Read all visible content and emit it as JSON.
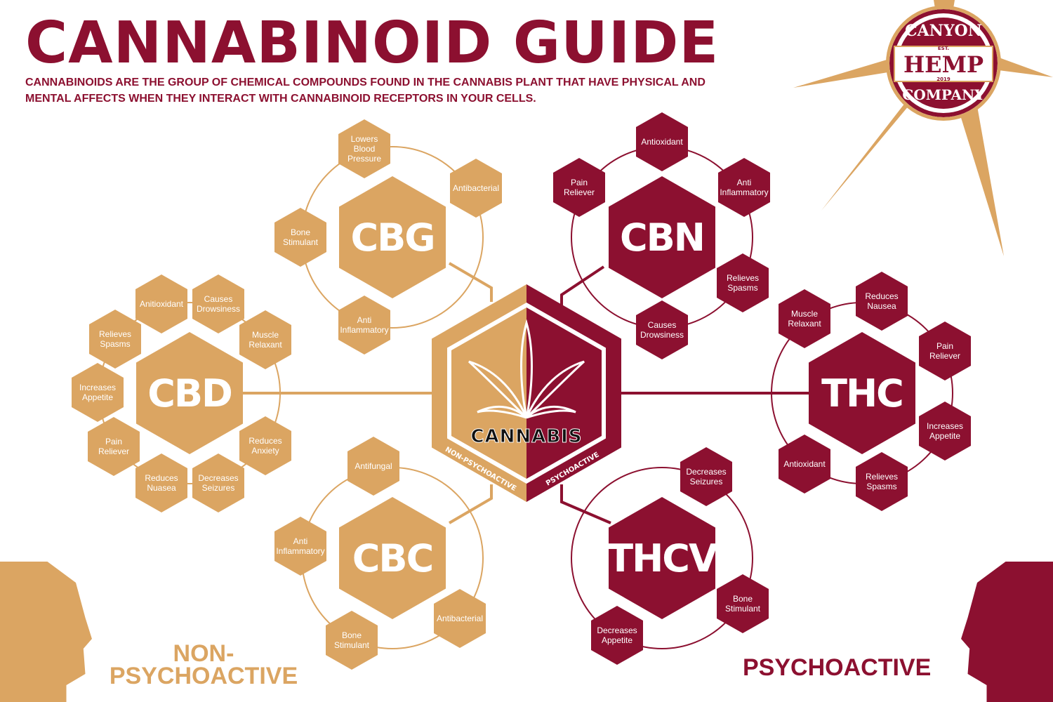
{
  "title": "CANNABINOID GUIDE",
  "subtitle": "CANNABINOIDS ARE THE GROUP OF CHEMICAL COMPOUNDS FOUND IN THE CANNABIS PLANT THAT HAVE PHYSICAL AND MENTAL AFFECTS WHEN THEY INTERACT WITH CANNABINOID RECEPTORS IN YOUR CELLS.",
  "logo": {
    "top": "CANYON",
    "est": "EST.",
    "middle": "HEMP",
    "year": "2019",
    "bottom": "COMPANY"
  },
  "center": {
    "label": "CANNABIS",
    "left_tag": "NON-PSYCHOACTIVE",
    "right_tag": "PSYCHOACTIVE"
  },
  "colors": {
    "non_psychoactive": "#dba562",
    "psychoactive": "#8c1030"
  },
  "legend": {
    "non_psychoactive": "NON-\nPSYCHOACTIVE",
    "psychoactive": "PSYCHOACTIVE"
  },
  "cannabinoids": [
    {
      "name": "CBG",
      "type": "non",
      "effects": [
        "Lowers Blood Pressure",
        "Antibacterial",
        "Bone Stimulant",
        "Anti Inflammatory"
      ]
    },
    {
      "name": "CBN",
      "type": "psy",
      "effects": [
        "Antioxidant",
        "Pain Reliever",
        "Anti Inflammatory",
        "Relieves Spasms",
        "Causes Drowsiness"
      ]
    },
    {
      "name": "CBD",
      "type": "non",
      "effects": [
        "Anitioxidant",
        "Causes Drowsiness",
        "Relieves Spasms",
        "Muscle Relaxant",
        "Increases Appetite",
        "Pain Reliever",
        "Reduces Anxiety",
        "Reduces Nuasea",
        "Decreases Seizures"
      ]
    },
    {
      "name": "THC",
      "type": "psy",
      "effects": [
        "Reduces Nausea",
        "Muscle Relaxant",
        "Pain Reliever",
        "Increases Appetite",
        "Antioxidant",
        "Relieves Spasms"
      ]
    },
    {
      "name": "CBC",
      "type": "non",
      "effects": [
        "Antifungal",
        "Anti Inflammatory",
        "Antibacterial",
        "Bone Stimulant"
      ]
    },
    {
      "name": "THCV",
      "type": "psy",
      "effects": [
        "Decreases Seizures",
        "Bone Stimulant",
        "Decreases Appetite"
      ]
    }
  ]
}
